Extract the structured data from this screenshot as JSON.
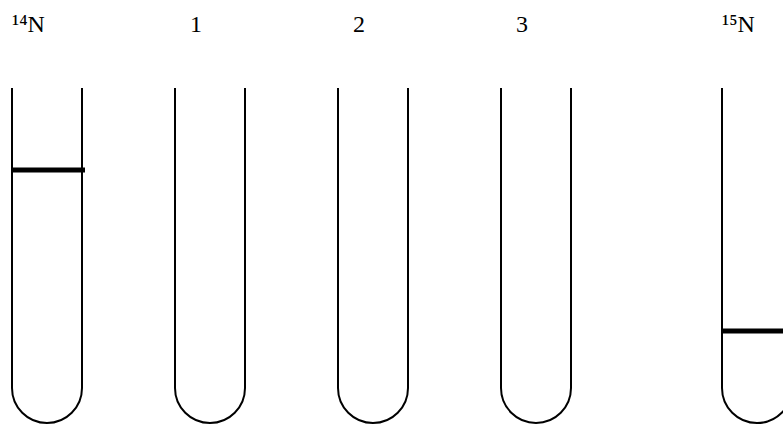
{
  "diagram": {
    "labels": [
      "¹⁴N",
      "1",
      "2",
      "3",
      "¹⁵N"
    ]
  }
}
